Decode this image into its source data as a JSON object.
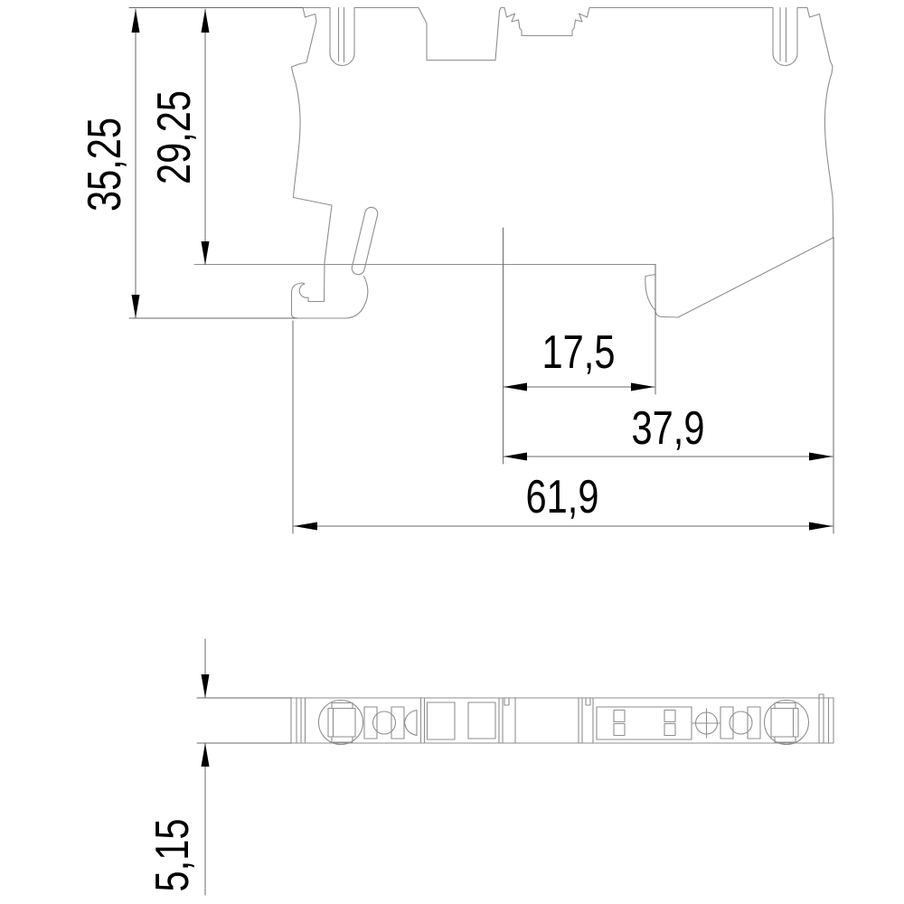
{
  "drawing": {
    "type": "technical-dimension-drawing",
    "views": {
      "side_profile": "terminal block side profile with DIN rail feet",
      "bottom_profile": "thin top-view strip profile"
    },
    "dimensions": {
      "total_height": "35,25",
      "upper_height": "29,25",
      "foot_inset": "17,5",
      "right_width": "37,9",
      "total_width": "61,9",
      "thickness": "5,15"
    },
    "colors": {
      "outline": "#8f8f8f",
      "dimension": "#6a6a6a",
      "accent": "#000000",
      "background": "#ffffff"
    }
  }
}
